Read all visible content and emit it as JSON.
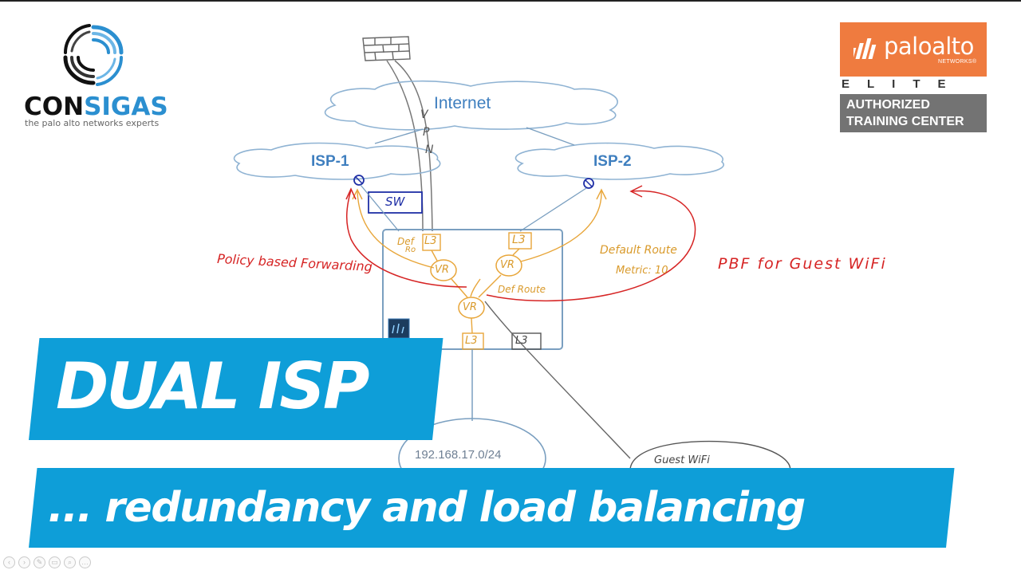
{
  "brand": {
    "name_part1": "CON",
    "name_part2": "SIGAS",
    "tagline": "the palo alto networks experts",
    "accent_color": "#2b8fd0"
  },
  "partner_badge": {
    "name": "paloalto",
    "networks": "NETWORKS®",
    "tier": "ELITE",
    "line1": "AUTHORIZED",
    "line2": "TRAINING CENTER",
    "orange": "#ef7b3f",
    "grey": "#737373"
  },
  "diagram": {
    "clouds": {
      "internet": "Internet",
      "isp1": "ISP-1",
      "isp2": "ISP-2"
    },
    "vpn_letters": [
      "V",
      "P",
      "N"
    ],
    "switch_label": "SW",
    "interfaces": {
      "l3_top_left": "L3",
      "l3_top_right": "L3",
      "l3_bottom_left": "L3",
      "l3_bottom_right": "L3"
    },
    "routers": {
      "vr_left": "VR",
      "vr_right": "VR",
      "vr_bottom": "VR"
    },
    "notes": {
      "policy_based_forwarding": "Policy based Forwarding",
      "pbf_guest_wifi": "PBF for Guest WiFi",
      "default_route_line1": "Default Route",
      "default_route_line2": "Metric: 10",
      "def_route_left_1": "Def",
      "def_route_left_2": "Ro",
      "def_route_center": "Def Route"
    },
    "lan_subnet": "192.168.17.0/24",
    "guest_wifi": "Guest WiFi",
    "colors": {
      "cloud_stroke": "#8fb3d3",
      "orange": "#e8a63a",
      "red": "#d62424",
      "grey": "#666666",
      "navy": "#1f2fa6"
    }
  },
  "banners": {
    "title": "DUAL ISP",
    "subtitle": "... redundancy and load balancing",
    "color": "#0e9ed8"
  },
  "toolbar": {
    "buttons": [
      "prev-icon",
      "next-icon",
      "pen-icon",
      "copy-icon",
      "zoom-icon",
      "more-icon"
    ]
  }
}
